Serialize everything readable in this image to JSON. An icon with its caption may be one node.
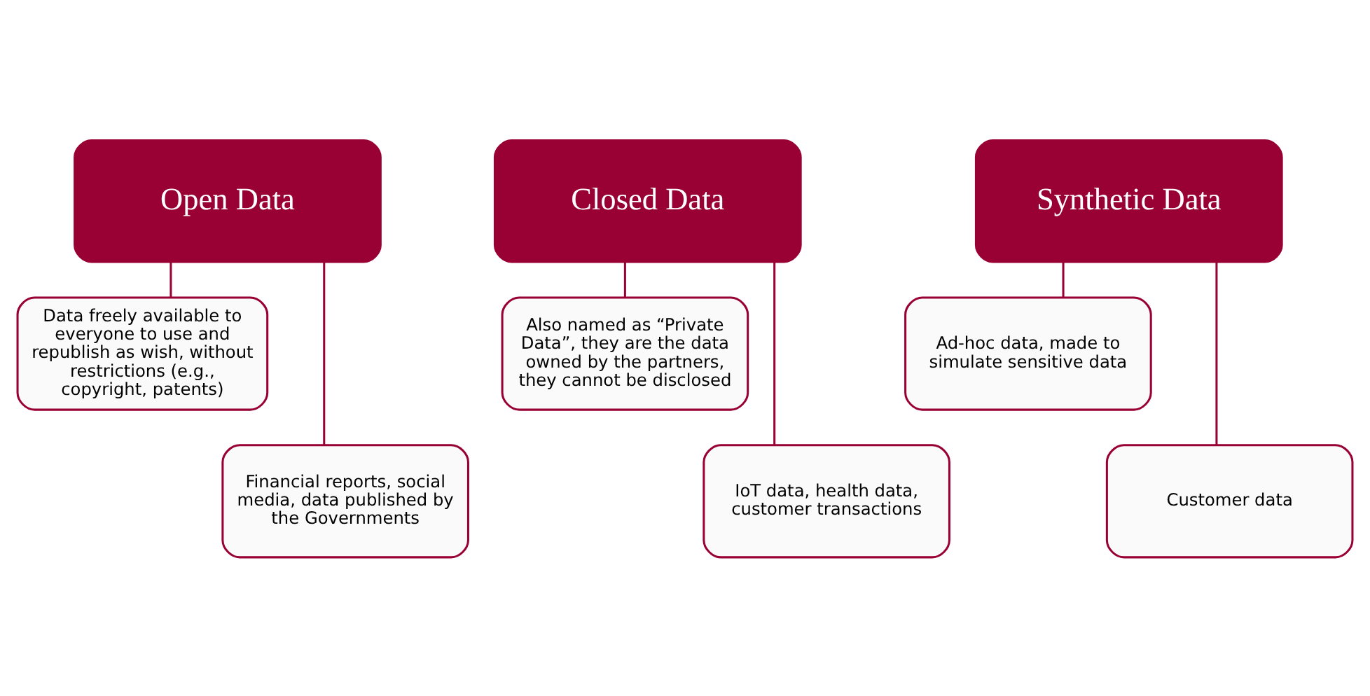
{
  "diagram": {
    "nodes": [
      {
        "text": [
          "Open Data"
        ]
      },
      {
        "text": [
          "Data freely available to everyone to use and republish as wish, without restrictions (e.g., copyright, patents)"
        ]
      },
      {
        "text": [
          "Financial reports, social media, data published by the Governments"
        ]
      },
      {
        "text": [
          "Closed Data"
        ]
      },
      {
        "text": [
          "Also named as “Private Data”, they are the data owned by the partners, they cannot be disclosed"
        ]
      },
      {
        "text": [
          "IoT data, health data, customer transactions"
        ]
      },
      {
        "text": [
          "Synthetic Data"
        ]
      },
      {
        "text": [
          "Ad-hoc data, made to simulate sensitive data"
        ]
      },
      {
        "text": [
          "Customer data"
        ]
      }
    ],
    "edges": [
      {
        "from": 0,
        "to": 1,
        "arrow": "none"
      },
      {
        "from": 0,
        "to": 2,
        "arrow": "none"
      },
      {
        "from": 3,
        "to": 4,
        "arrow": "none"
      },
      {
        "from": 3,
        "to": 5,
        "arrow": "none"
      },
      {
        "from": 6,
        "to": 7,
        "arrow": "none"
      },
      {
        "from": 6,
        "to": 8,
        "arrow": "none"
      }
    ]
  }
}
